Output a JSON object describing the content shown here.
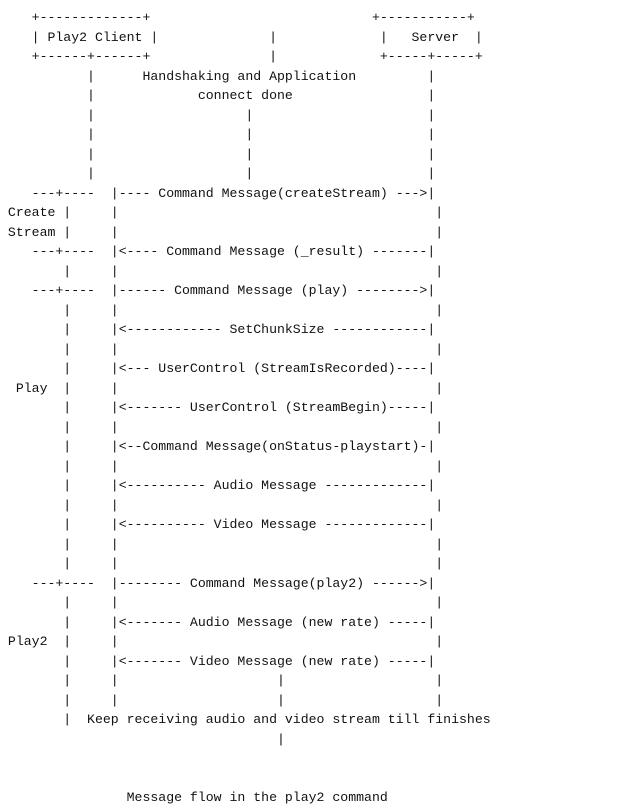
{
  "diagram": {
    "lines": [
      "    +-------------+                            +-----------+",
      "    | Play2 Client |              |             |   Server  |",
      "    +------+------+               |             +-----+-----+",
      "           |      Handshaking and Application         |",
      "           |             connect done                 |",
      "           |                   |                      |",
      "           |                   |                      |",
      "           |                   |                      |",
      "           |                   |                      |",
      "    ---+----  |---- Command Message(createStream) --->|",
      " Create |     |                                        |",
      " Stream |     |                                        |",
      "    ---+----  |<---- Command Message (_result) -------|",
      "        |     |                                        |",
      "    ---+----  |------ Command Message (play) -------->|",
      "        |     |                                        |",
      "        |     |<------------ SetChunkSize ------------|",
      "        |     |                                        |",
      "        |     |<--- UserControl (StreamIsRecorded)----|",
      "  Play  |     |                                        |",
      "        |     |<------- UserControl (StreamBegin)-----|",
      "        |     |                                        |",
      "        |     |<--Command Message(onStatus-playstart)-|",
      "        |     |                                        |",
      "        |     |<---------- Audio Message -------------|",
      "        |     |                                        |",
      "        |     |<---------- Video Message -------------|",
      "        |     |                                        |",
      "        |     |                                        |",
      "    ---+----  |-------- Command Message(play2) ------>|",
      "        |     |                                        |",
      "        |     |<------- Audio Message (new rate) -----|",
      " Play2  |     |                                        |",
      "        |     |<------- Video Message (new rate) -----|",
      "        |     |                    |                   |",
      "        |     |                    |                   |",
      "        |  Keep receiving audio and video stream till finishes",
      "                                   |",
      "",
      "",
      "                Message flow in the play2 command"
    ]
  }
}
